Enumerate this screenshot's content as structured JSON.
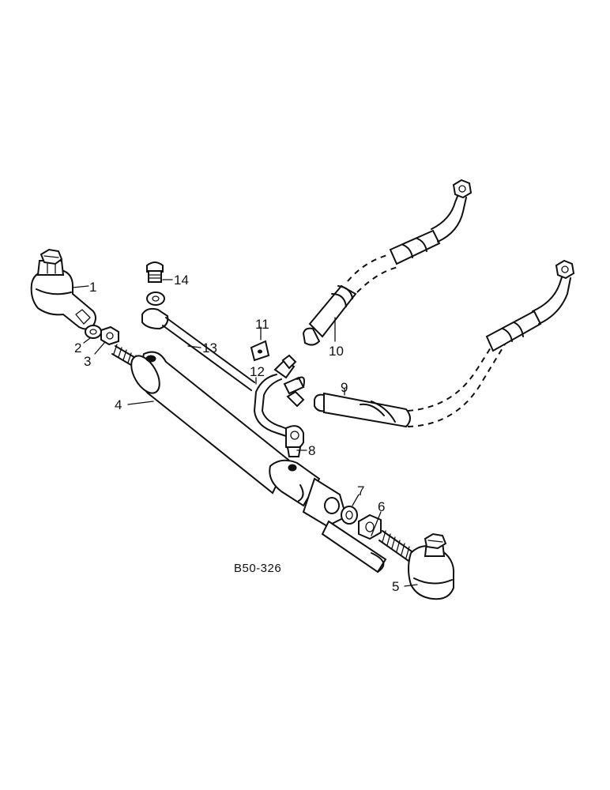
{
  "diagram": {
    "drawing_number": "B50-326",
    "callouts": [
      "1",
      "2",
      "3",
      "4",
      "5",
      "6",
      "7",
      "8",
      "9",
      "10",
      "11",
      "12",
      "13",
      "14"
    ]
  }
}
